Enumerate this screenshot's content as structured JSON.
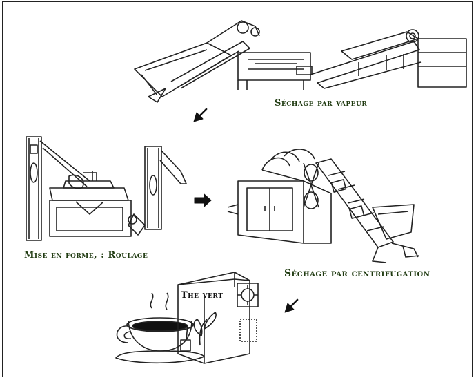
{
  "labels": {
    "steam_drying": "Séchage par vapeur",
    "shaping_rolling": "Mise en forme, :  Roulage",
    "centrifugal_drying": "Séchage par centrifugation",
    "tea_box": "The vert"
  },
  "colors": {
    "label_green": "#1f3a10",
    "line": "#222222",
    "arrow": "#111111"
  },
  "icons": [
    "steamer-machine-icon",
    "rolling-machine-icon",
    "centrifuge-dryer-icon",
    "tea-cup-icon",
    "tea-box-icon",
    "arrow-icon"
  ]
}
